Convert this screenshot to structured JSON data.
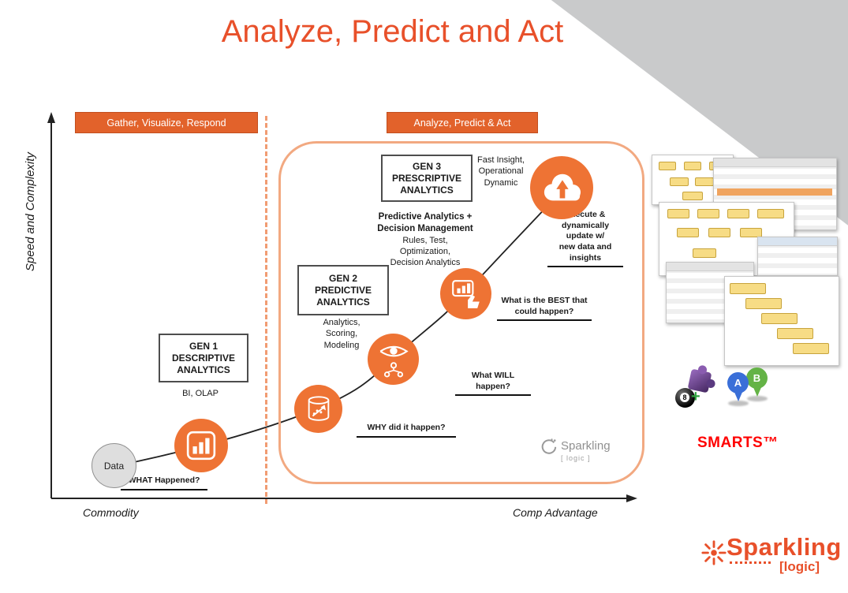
{
  "title": "Analyze, Predict and Act",
  "axes": {
    "y_label": "Speed and  Complexity",
    "x_left": "Commodity",
    "x_right": "Comp Advantage"
  },
  "banners": {
    "left": "Gather, Visualize, Respond",
    "right": "Analyze, Predict & Act"
  },
  "nodes": {
    "data": "Data",
    "gen1": {
      "box": "GEN 1\nDESCRIPTIVE\nANALYTICS",
      "sub": "BI, OLAP",
      "question": "WHAT Happened?"
    },
    "gen2": {
      "box": "GEN 2\nPREDICTIVE\nANALYTICS",
      "sub": "Analytics,\nScoring,\nModeling",
      "question_why": "WHY did it happen?",
      "question_will": "What WILL happen?"
    },
    "gen3": {
      "box": "GEN 3\nPRESCRIPTIVE\nANALYTICS",
      "sub_bold": "Predictive Analytics +\nDecision Management",
      "sub": "Rules, Test,\nOptimization,\nDecision Analytics",
      "fast_insight": "Fast Insight,\nOperational\nDynamic",
      "question_best": "What is the BEST that\ncould happen?",
      "execute_note": "Execute &\ndynamically\nupdate w/\nnew data and\ninsights"
    }
  },
  "watermark": {
    "name": "Sparkling",
    "sub": "[ logic ]"
  },
  "right_panel": {
    "product": "SMARTS™",
    "pin_a": "A",
    "pin_b": "B",
    "ball": "8",
    "plus": "+"
  },
  "logo": {
    "name": "Sparkling",
    "sub": "[logic]"
  },
  "colors": {
    "accent_red": "#E8502A",
    "node_orange": "#EE7334",
    "banner_orange": "#E2622B",
    "box_border_orange": "#F2A981",
    "smarts_red": "#FF0000",
    "gray_corner": "#C9CACB"
  }
}
